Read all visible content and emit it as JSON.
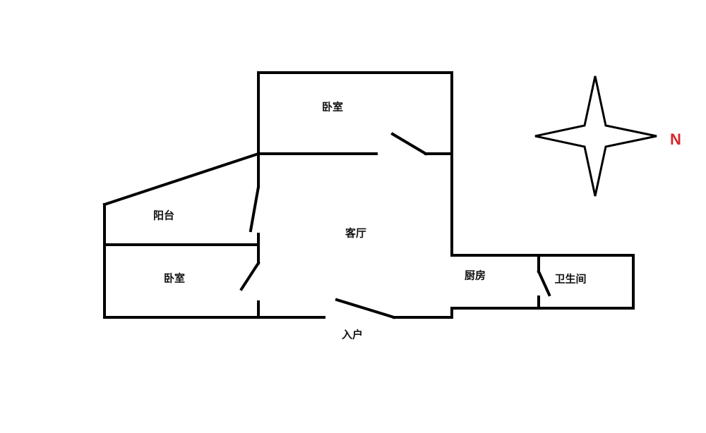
{
  "rooms": {
    "bedroom_north": "卧室",
    "balcony": "阳台",
    "living_room": "客厅",
    "bedroom_west": "卧室",
    "kitchen": "厨房",
    "bathroom": "卫生间",
    "entrance": "入户"
  },
  "compass": {
    "label": "N",
    "color": "#d9262c"
  }
}
